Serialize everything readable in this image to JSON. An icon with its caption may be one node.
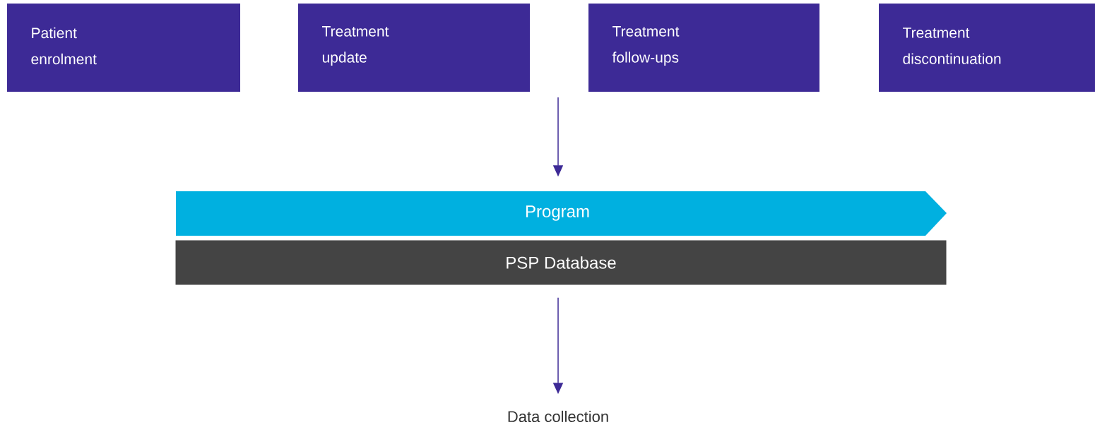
{
  "diagram": {
    "nodes": [
      {
        "text": [
          "Patient enrolment"
        ]
      },
      {
        "text": [
          "Treatment update"
        ]
      },
      {
        "text": [
          "Treatment follow-ups"
        ]
      },
      {
        "text": [
          "Treatment discontinuation"
        ]
      },
      {
        "text": [
          "Program"
        ]
      },
      {
        "text": [
          "PSP Database"
        ]
      },
      {
        "text": [
          "Data collection"
        ]
      }
    ],
    "edges": [
      {
        "from": null,
        "to": 4,
        "arrow": "to"
      },
      {
        "from": 5,
        "to": 6,
        "arrow": "to"
      }
    ]
  }
}
